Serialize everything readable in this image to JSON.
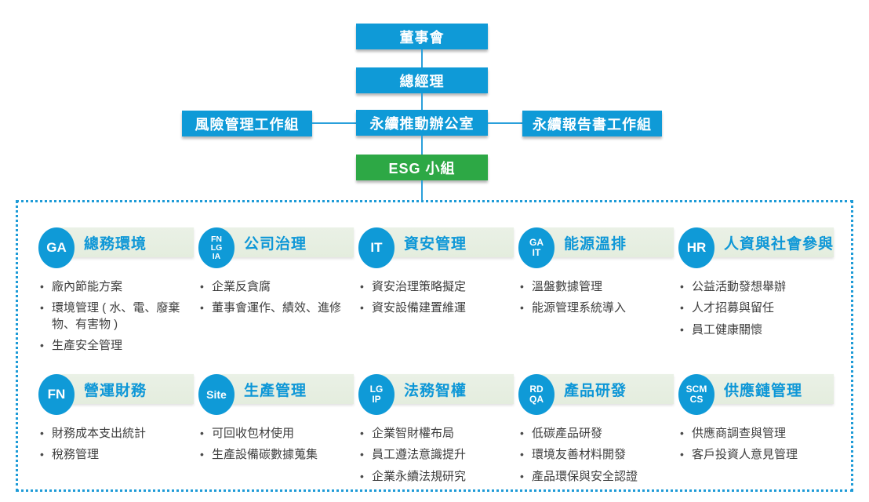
{
  "colors": {
    "primary_blue": "#0F9AD7",
    "esg_green": "#2DA845",
    "header_bar_bg": "#E7EFE2",
    "title_blue": "#0E97D7",
    "dotted_border_blue": "#1E9BD7",
    "body_text": "#3E3E3E"
  },
  "org_chart": {
    "board": "董事會",
    "general_manager": "總經理",
    "sustainability_office": "永續推動辦公室",
    "risk_management_group": "風險管理工作組",
    "report_group": "永續報告書工作組",
    "esg_team": "ESG 小組"
  },
  "groups": [
    {
      "code": [
        "GA"
      ],
      "title": "總務環境",
      "items": [
        "廠內節能方案",
        "環境管理 ( 水、電、廢棄物、有害物 )",
        "生產安全管理"
      ]
    },
    {
      "code": [
        "FN",
        "LG",
        "IA"
      ],
      "title": "公司治理",
      "items": [
        "企業反貪腐",
        "董事會運作、績效、進修"
      ]
    },
    {
      "code": [
        "IT"
      ],
      "title": "資安管理",
      "items": [
        "資安治理策略擬定",
        "資安設備建置維運"
      ]
    },
    {
      "code": [
        "GA",
        "IT"
      ],
      "title": "能源溫排",
      "items": [
        "溫盤數據管理",
        "能源管理系統導入"
      ]
    },
    {
      "code": [
        "HR"
      ],
      "title": "人資與社會參與",
      "items": [
        "公益活動發想舉辦",
        "人才招募與留任",
        "員工健康關懷"
      ]
    },
    {
      "code": [
        "FN"
      ],
      "title": "營運財務",
      "items": [
        "財務成本支出統計",
        "稅務管理"
      ]
    },
    {
      "code": [
        "Site"
      ],
      "title": "生產管理",
      "items": [
        "可回收包材使用",
        "生產設備碳數據蒐集"
      ]
    },
    {
      "code": [
        "LG",
        "IP"
      ],
      "title": "法務智權",
      "items": [
        "企業智財權布局",
        "員工遵法意識提升",
        "企業永續法規研究"
      ]
    },
    {
      "code": [
        "RD",
        "QA"
      ],
      "title": "產品研發",
      "items": [
        "低碳產品研發",
        "環境友善材料開發",
        "產品環保與安全認證"
      ]
    },
    {
      "code": [
        "SCM",
        "CS"
      ],
      "title": "供應鏈管理",
      "items": [
        "供應商調查與管理",
        "客戶投資人意見管理"
      ]
    }
  ]
}
